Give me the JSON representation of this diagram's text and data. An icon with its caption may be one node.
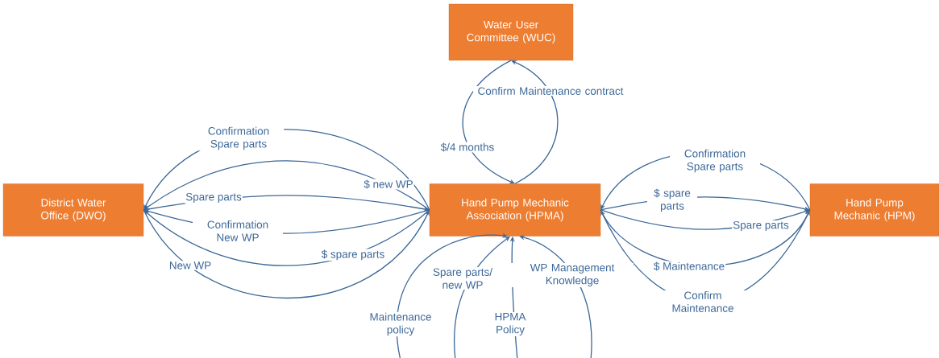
{
  "diagram": {
    "nodes": [
      {
        "text": [
          "Water User Committee (WUC)"
        ]
      },
      {
        "text": [
          "District Water Office (DWO)"
        ]
      },
      {
        "text": [
          "Hand Pump Mechanic Association (HPMA)"
        ]
      },
      {
        "text": [
          "Hand Pump Mechanic (HPM)"
        ]
      }
    ],
    "edges": [
      {
        "from": 2,
        "to": 1,
        "arrow": "to",
        "label": "Confirmation Spare parts"
      },
      {
        "from": 2,
        "to": 1,
        "arrow": "to",
        "label": "$ new WP"
      },
      {
        "from": 1,
        "to": 2,
        "arrow": "to",
        "label": "Spare parts"
      },
      {
        "from": 2,
        "to": 1,
        "arrow": "to",
        "label": "Confirmation New WP"
      },
      {
        "from": 2,
        "to": 1,
        "arrow": "to",
        "label": "$ spare parts"
      },
      {
        "from": 1,
        "to": 2,
        "arrow": "to",
        "label": "New WP"
      },
      {
        "from": 3,
        "to": 2,
        "arrow": "to",
        "label": "Confirmation Spare parts"
      },
      {
        "from": 2,
        "to": 3,
        "arrow": "to",
        "label": "$ spare parts"
      },
      {
        "from": 2,
        "to": 3,
        "arrow": "to",
        "label": "Spare parts"
      },
      {
        "from": 2,
        "to": 3,
        "arrow": "to",
        "label": "$ Maintenance"
      },
      {
        "from": 3,
        "to": 2,
        "arrow": "to",
        "label": "Confirm Maintenance"
      },
      {
        "from": 0,
        "to": 2,
        "arrow": "to",
        "label": "$/4 months"
      },
      {
        "from": 2,
        "to": 0,
        "arrow": "to",
        "label": "Confirm Maintenance contract"
      },
      {
        "from": null,
        "to": 2,
        "arrow": "to",
        "label": "Maintenance policy"
      },
      {
        "from": null,
        "to": 2,
        "arrow": "to",
        "label": "Spare parts/ new WP"
      },
      {
        "from": null,
        "to": 2,
        "arrow": "to",
        "label": "HPMA Policy"
      },
      {
        "from": null,
        "to": 2,
        "arrow": "to",
        "label": "WP Management Knowledge"
      }
    ]
  }
}
